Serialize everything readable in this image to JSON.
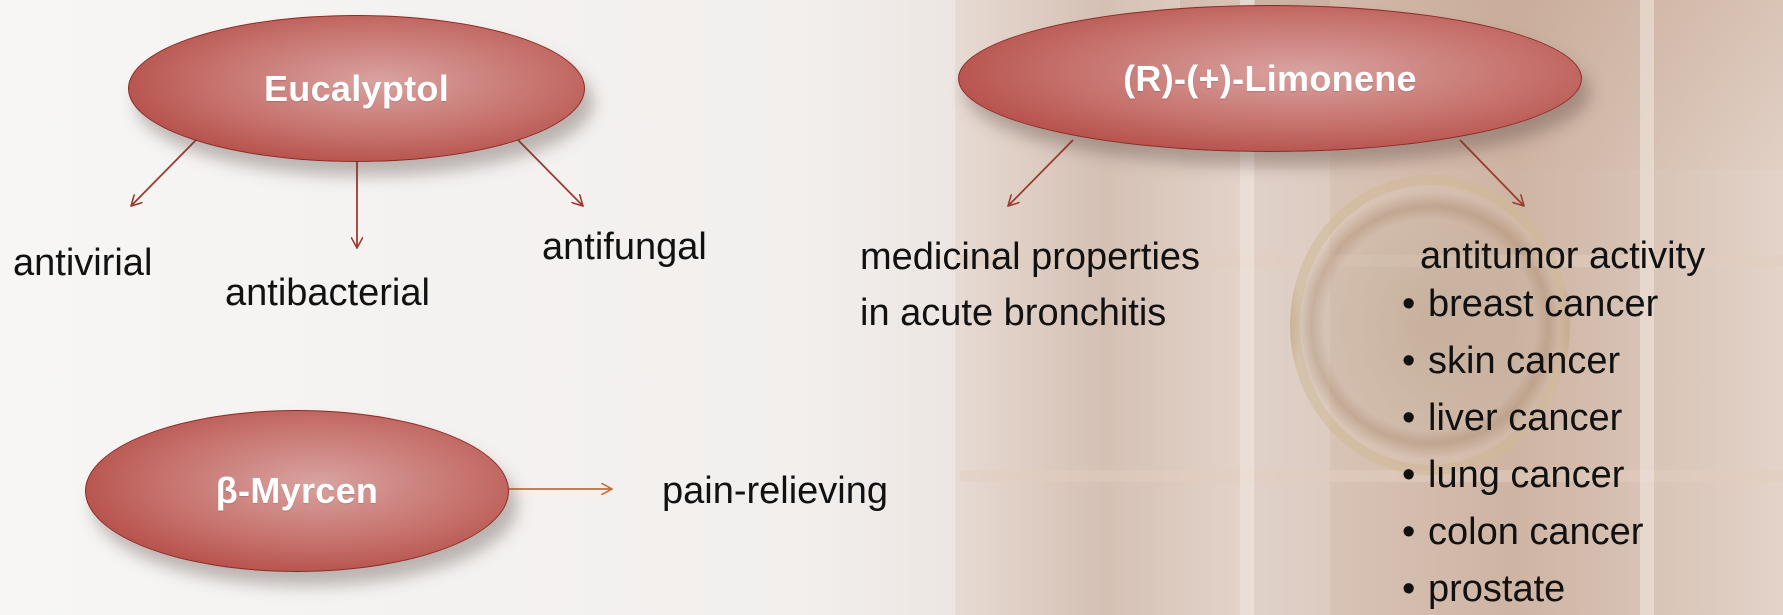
{
  "nodes": {
    "eucalyptol": "Eucalyptol",
    "limonene": "(R)-(+)-Limonene",
    "myrcen": "β-Myrcen"
  },
  "eucalyptol_effects": {
    "antiviral": "antivirial",
    "antibacterial": "antibacterial",
    "antifungal": "antifungal"
  },
  "limonene_effects": {
    "medicinal_line1": "medicinal properties",
    "medicinal_line2": "in acute bronchitis",
    "antitumor_title": "antitumor activity",
    "cancers": [
      "breast cancer",
      "skin cancer",
      "liver cancer",
      "lung cancer",
      "colon cancer",
      "prostate"
    ]
  },
  "myrcen_effects": {
    "pain": "pain-relieving"
  },
  "colors": {
    "node_fill": "#c56f6a",
    "node_border": "#8a2a24",
    "arrow": "#9b3b30",
    "myrcen_arrow": "#c2703a"
  }
}
